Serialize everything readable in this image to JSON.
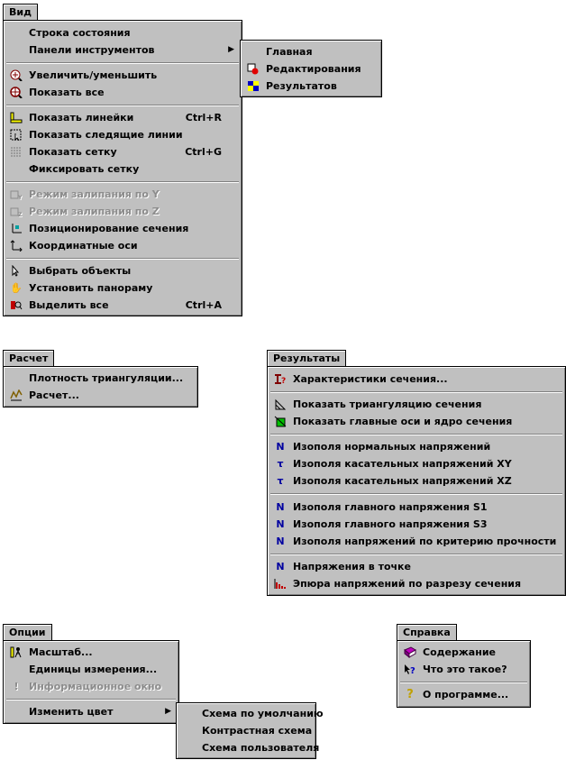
{
  "vid": {
    "title": "Вид",
    "items": [
      {
        "label": "Строка состояния"
      },
      {
        "label": "Панели инструментов",
        "arrow": "▶"
      },
      {
        "label": "Увеличить/уменьшить",
        "icon": "zoom-icon"
      },
      {
        "label": "Показать все",
        "icon": "zoom-all-icon"
      },
      {
        "label": "Показать линейки",
        "shortcut": "Ctrl+R",
        "icon": "ruler-icon"
      },
      {
        "label": "Показать следящие линии",
        "icon": "tracking-lines-icon"
      },
      {
        "label": "Показать сетку",
        "shortcut": "Ctrl+G",
        "icon": "grid-icon"
      },
      {
        "label": "Фиксировать сетку"
      },
      {
        "label": "Режим залипания по Y",
        "disabled": true,
        "icon": "snap-y-icon"
      },
      {
        "label": "Режим залипания по Z",
        "disabled": true,
        "icon": "snap-z-icon"
      },
      {
        "label": "Позиционирование сечения",
        "icon": "section-position-icon"
      },
      {
        "label": "Координатные оси",
        "icon": "axes-icon"
      },
      {
        "label": "Выбрать объекты",
        "icon": "cursor-icon"
      },
      {
        "label": "Установить панораму",
        "icon": "hand-icon"
      },
      {
        "label": "Выделить все",
        "shortcut": "Ctrl+A",
        "icon": "select-all-icon"
      }
    ],
    "submenu": [
      {
        "label": "Главная"
      },
      {
        "label": "Редактирования",
        "icon": "edit-toolbar-icon"
      },
      {
        "label": "Результатов",
        "icon": "results-toolbar-icon"
      }
    ]
  },
  "raschet": {
    "title": "Расчет",
    "items": [
      {
        "label": "Плотность триангуляции..."
      },
      {
        "label": "Расчет...",
        "icon": "calc-icon"
      }
    ]
  },
  "results": {
    "title": "Результаты",
    "items": [
      {
        "label": "Характеристики сечения...",
        "icon": "section-properties-icon"
      },
      {
        "label": "Показать триангуляцию сечения",
        "icon": "triangulation-icon"
      },
      {
        "label": "Показать главные оси и ядро сечения",
        "icon": "main-axes-icon"
      },
      {
        "label": "Изополя нормальных напряжений",
        "icon": "normal-stress-icon"
      },
      {
        "label": "Изополя касательных напряжений XY",
        "icon": "shear-xy-icon"
      },
      {
        "label": "Изополя касательных напряжений XZ",
        "icon": "shear-xz-icon"
      },
      {
        "label": "Изополя главного напряжения S1",
        "icon": "principal-s1-icon"
      },
      {
        "label": "Изополя главного напряжения S3",
        "icon": "principal-s3-icon"
      },
      {
        "label": "Изополя напряжений по критерию прочности",
        "icon": "strength-criterion-icon"
      },
      {
        "label": "Напряжения в точке",
        "icon": "point-stress-icon"
      },
      {
        "label": "Эпюра напряжений по разрезу сечения",
        "icon": "stress-diagram-icon"
      }
    ]
  },
  "options": {
    "title": "Опции",
    "items": [
      {
        "label": "Масштаб...",
        "icon": "scale-icon"
      },
      {
        "label": "Единицы измерения..."
      },
      {
        "label": "Информационное окно",
        "disabled": true,
        "icon": "info-window-icon"
      },
      {
        "label": "Изменить цвет",
        "arrow": "▶"
      }
    ],
    "submenu": [
      {
        "label": "Схема по умолчанию"
      },
      {
        "label": "Контрастная схема"
      },
      {
        "label": "Схема пользователя"
      }
    ]
  },
  "help": {
    "title": "Справка",
    "items": [
      {
        "label": "Содержание",
        "icon": "book-icon"
      },
      {
        "label": "Что это такое?",
        "icon": "whats-this-icon"
      },
      {
        "label": "О программе...",
        "icon": "about-icon"
      }
    ]
  }
}
